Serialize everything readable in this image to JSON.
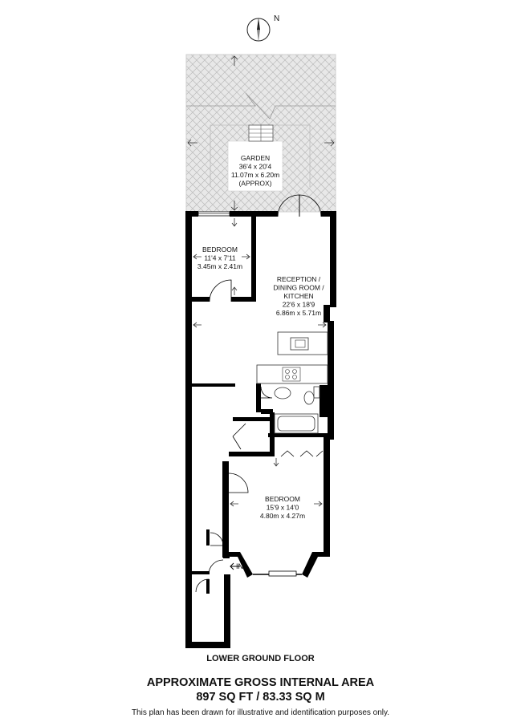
{
  "compass": {
    "north_label": "N",
    "icon": "compass-rose-icon"
  },
  "rooms": [
    {
      "id": "garden",
      "lines": [
        "GARDEN",
        "36'4 x 20'4",
        "11.07m x 6.20m",
        "(APPROX)"
      ]
    },
    {
      "id": "bedroom-1",
      "lines": [
        "BEDROOM",
        "11'4 x 7'11",
        "3.45m x 2.41m"
      ]
    },
    {
      "id": "reception",
      "lines": [
        "RECEPTION /",
        "DINING ROOM /",
        "KITCHEN",
        "22'6 x 18'9",
        "6.86m x 5.71m"
      ]
    },
    {
      "id": "bedroom-2",
      "lines": [
        "BEDROOM",
        "15'9 x 14'0",
        "4.80m x 4.27m"
      ]
    }
  ],
  "entrance_label": "IN",
  "floor_label": "LOWER GROUND FLOOR",
  "area_title": "APPROXIMATE GROSS INTERNAL AREA",
  "area_value": "897 SQ FT / 83.33 SQ M",
  "disclaimer": "This plan has been drawn for illustrative and identification purposes only.",
  "colors": {
    "wall": "#000000",
    "garden_fill": "#e6e6e6",
    "hatch": "#b5b5b5",
    "fixture": "#333333"
  }
}
